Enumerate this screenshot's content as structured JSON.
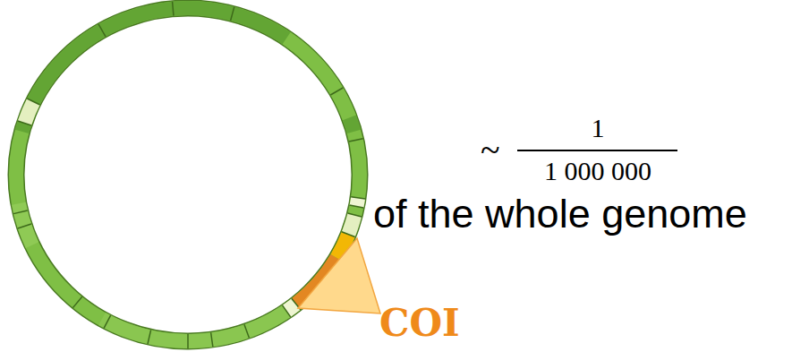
{
  "diagram": {
    "labels": [
      "COI",
      "~",
      "1",
      "1 000 000",
      "of the whole genome"
    ]
  }
}
